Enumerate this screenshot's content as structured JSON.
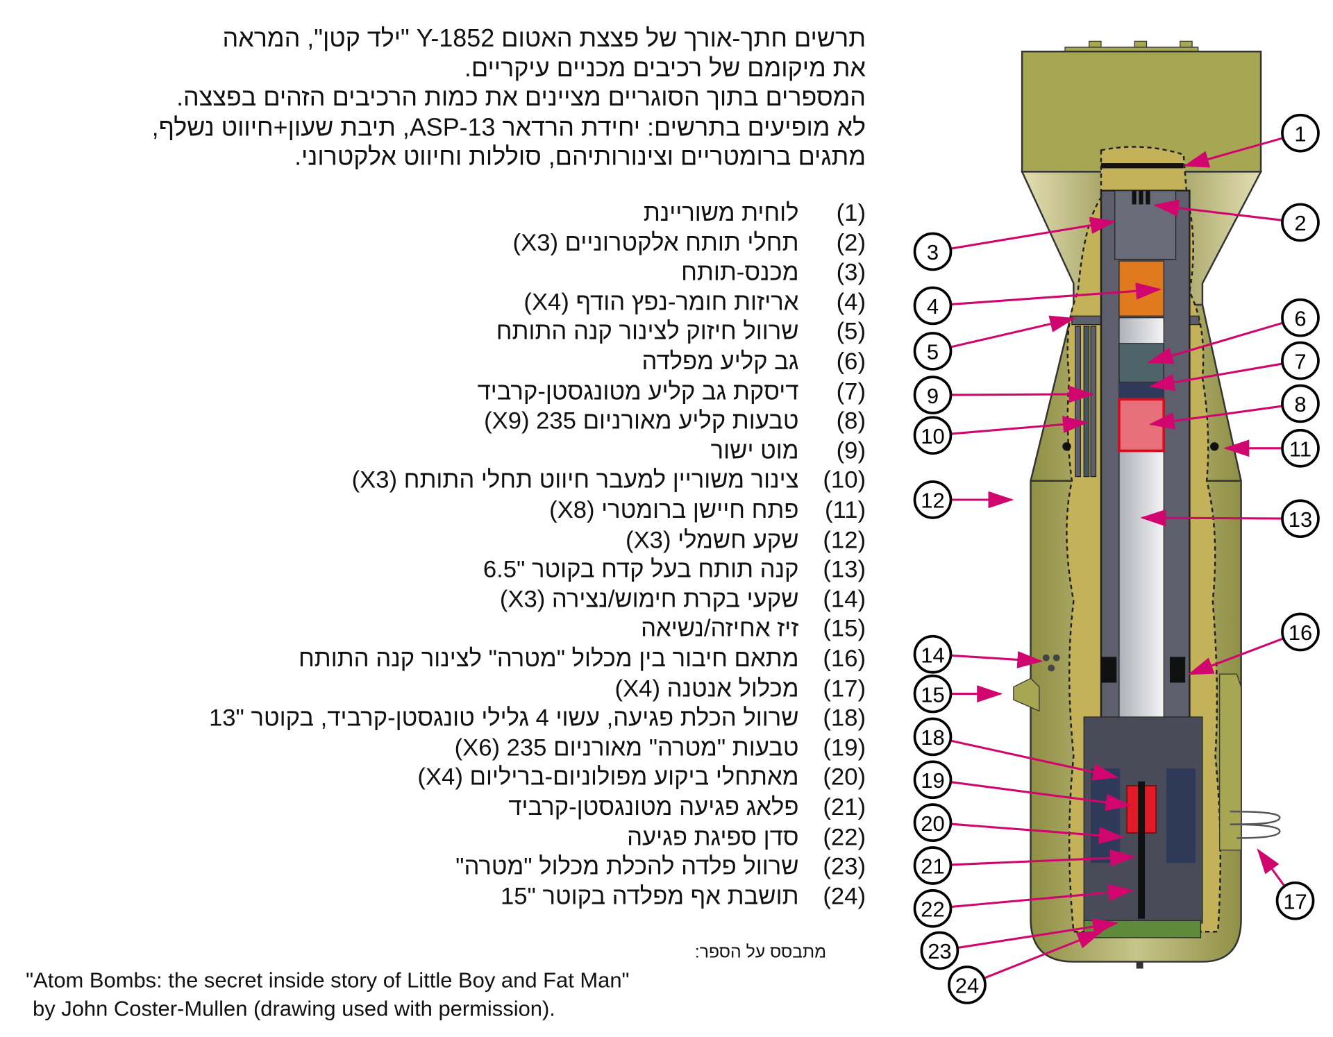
{
  "header_lines": [
    "תרשים חתך-אורך של פצצת האטום Y-1852 \"ילד קטן\", המראה",
    "את מיקומם של רכיבים מכניים עיקריים.",
    "המספרים בתוך הסוגריים מציינים את כמות הרכיבים הזהים בפצצה.",
    "לא מופיעים בתרשים: יחידת הרדאר ASP-13, תיבת שעון+חיווט נשלף,",
    "מתגים ברומטריים וצינורותיהם, סוללות וחיווט אלקטרוני."
  ],
  "legend": [
    {
      "num": "(1)",
      "text": "לוחית משוריינת"
    },
    {
      "num": "(2)",
      "text": "תחלי תותח אלקטרוניים (X3)"
    },
    {
      "num": "(3)",
      "text": "מכנס-תותח"
    },
    {
      "num": "(4)",
      "text": "אריזות חומר-נפץ הודף (X4)"
    },
    {
      "num": "(5)",
      "text": "שרוול חיזוק לצינור קנה התותח"
    },
    {
      "num": "(6)",
      "text": "גב קליע מפלדה"
    },
    {
      "num": "(7)",
      "text": "דיסקת גב קליע מטונגסטן-קרביד"
    },
    {
      "num": "(8)",
      "text": "טבעות קליע מאורניום 235 (X9)"
    },
    {
      "num": "(9)",
      "text": "מוט ישור"
    },
    {
      "num": "(10)",
      "text": "צינור משוריין למעבר חיווט תחלי התותח (X3)"
    },
    {
      "num": "(11)",
      "text": "פתח חיישן ברומטרי (X8)"
    },
    {
      "num": "(12)",
      "text": "שקע חשמלי (X3)"
    },
    {
      "num": "(13)",
      "text": "קנה תותח בעל קדח בקוטר \"6.5"
    },
    {
      "num": "(14)",
      "text": "שקעי בקרת חימוש/נצירה (X3)"
    },
    {
      "num": "(15)",
      "text": "זיז אחיזה/נשיאה"
    },
    {
      "num": "(16)",
      "text": "מתאם חיבור בין מכלול \"מטרה\" לצינור קנה התותח"
    },
    {
      "num": "(17)",
      "text": "מכלול אנטנה (X4)"
    },
    {
      "num": "(18)",
      "text": "שרוול הכלת פגיעה, עשוי 4 גלילי טונגסטן-קרביד, בקוטר \"13"
    },
    {
      "num": "(19)",
      "text": "טבעות \"מטרה\" מאורניום 235 (X6)"
    },
    {
      "num": "(20)",
      "text": "מאתחלי ביקוע מפולוניום-בריליום (X4)"
    },
    {
      "num": "(21)",
      "text": "פלאג פגיעה מטונגסטן-קרביד"
    },
    {
      "num": "(22)",
      "text": "סדן ספיגת פגיעה"
    },
    {
      "num": "(23)",
      "text": "שרוול פלדה להכלת מכלול \"מטרה\""
    },
    {
      "num": "(24)",
      "text": "תושבת אף מפלדה בקוטר \"15"
    }
  ],
  "source_label": "מתבסס על הספר:",
  "book_title": "\"Atom Bombs: the secret inside story of Little Boy and Fat Man\"",
  "book_author": "by John Coster-Mullen (drawing used with permission).",
  "callouts": [
    "1",
    "2",
    "3",
    "4",
    "5",
    "6",
    "7",
    "8",
    "9",
    "10",
    "11",
    "12",
    "13",
    "14",
    "15",
    "16",
    "17",
    "18",
    "19",
    "20",
    "21",
    "22",
    "23",
    "24"
  ],
  "colors": {
    "casing": "#a6a653",
    "inner": "#c4b25a",
    "tube": "#5e5f6c",
    "arrow": "#d0066e",
    "explosive": "#e07a1e",
    "uranium": "#e8707a",
    "target": "#2f3a58",
    "nose": "#5f8a3a"
  }
}
